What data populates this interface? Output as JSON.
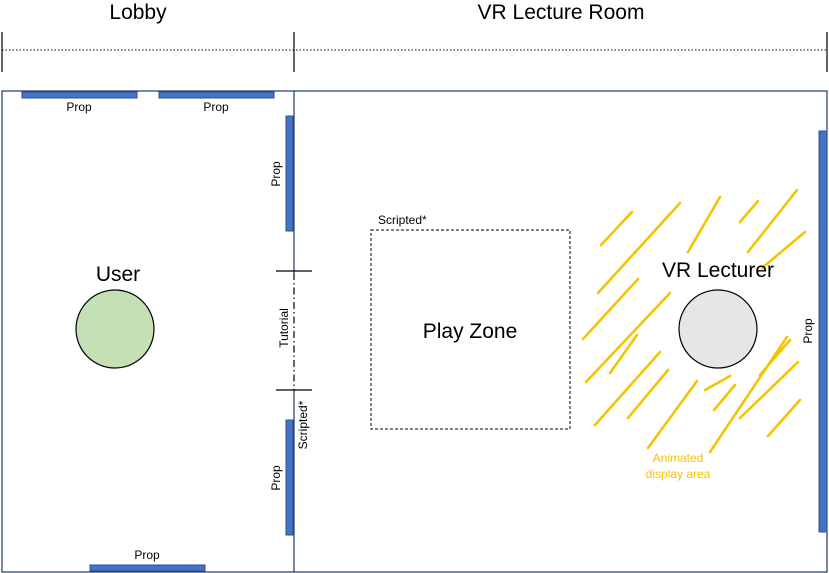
{
  "headers": {
    "lobby": "Lobby",
    "lecture_room": "VR Lecture Room"
  },
  "labels": {
    "prop": "Prop",
    "user": "User",
    "tutorial": "Tutorial",
    "scripted": "Scripted*",
    "play_zone": "Play Zone",
    "vr_lecturer": "VR Lecturer",
    "animated_line1": "Animated",
    "animated_line2": "display area"
  },
  "colors": {
    "prop": "#4472c4",
    "user_fill": "#c5e0b4",
    "lecturer_fill": "#e6e6e6",
    "animated": "#f5c400"
  }
}
